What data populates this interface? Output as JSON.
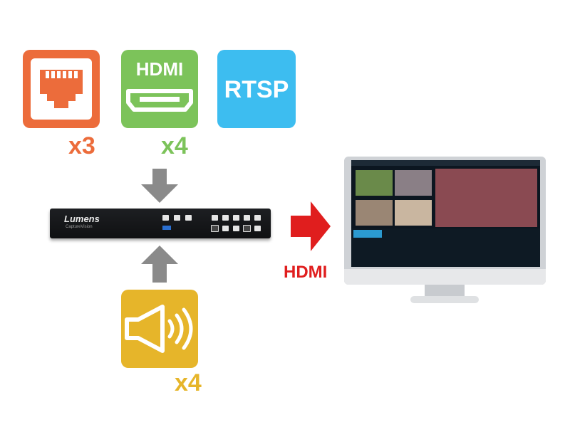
{
  "inputs": {
    "rtsp_label": "RTSP",
    "hdmi_label": "HDMI",
    "ethernet_count": "x3",
    "hdmi_count": "x4",
    "audio_count": "x4"
  },
  "device": {
    "brand": "Lumens",
    "model": "CaptureVision"
  },
  "output": {
    "label": "HDMI"
  },
  "colors": {
    "ethernet": "#ec6c3b",
    "hdmi": "#7cc35a",
    "rtsp": "#3dbdf0",
    "audio": "#e6b52a",
    "arrow_gray": "#8a8a8a",
    "arrow_red": "#e01e1e"
  },
  "icons": [
    "ethernet-port-icon",
    "hdmi-port-icon",
    "speaker-icon",
    "arrow-down-icon",
    "arrow-up-icon",
    "arrow-right-icon",
    "monitor-icon"
  ]
}
